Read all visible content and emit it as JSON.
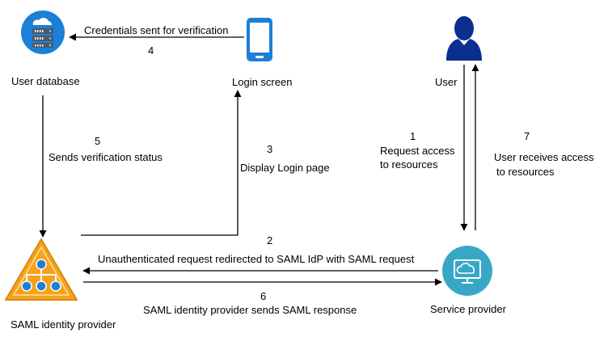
{
  "nodes": {
    "user_database": {
      "label": "User database",
      "icon": "server-cloud-icon"
    },
    "login_screen": {
      "label": "Login screen",
      "icon": "smartphone-icon"
    },
    "user": {
      "label": "User",
      "icon": "user-silhouette-icon"
    },
    "saml_idp": {
      "label": "SAML identity provider",
      "icon": "network-triangle-icon"
    },
    "service_provider": {
      "label": "Service provider",
      "icon": "cloud-monitor-icon"
    }
  },
  "steps": [
    {
      "number": "1",
      "text_lines": [
        "Request access",
        "to resources"
      ]
    },
    {
      "number": "2",
      "text_lines": [
        "Unauthenticated request redirected to SAML IdP with SAML request"
      ]
    },
    {
      "number": "3",
      "text_lines": [
        "Display Login page"
      ]
    },
    {
      "number": "4",
      "text_lines": [
        "Credentials sent for verification"
      ]
    },
    {
      "number": "5",
      "text_lines": [
        "Sends verification status"
      ]
    },
    {
      "number": "6",
      "text_lines": [
        "SAML identity provider sends SAML response"
      ]
    },
    {
      "number": "7",
      "text_lines": [
        "User receives access",
        "to resources"
      ]
    }
  ],
  "colors": {
    "line": "#000000",
    "icon_blue": "#1c7fd8",
    "icon_teal": "#38a7c6",
    "user_navy": "#0a2f8e",
    "triangle_orange": "#f7a21b",
    "triangle_outline": "#d98a12",
    "server_grey": "#4d5966"
  }
}
